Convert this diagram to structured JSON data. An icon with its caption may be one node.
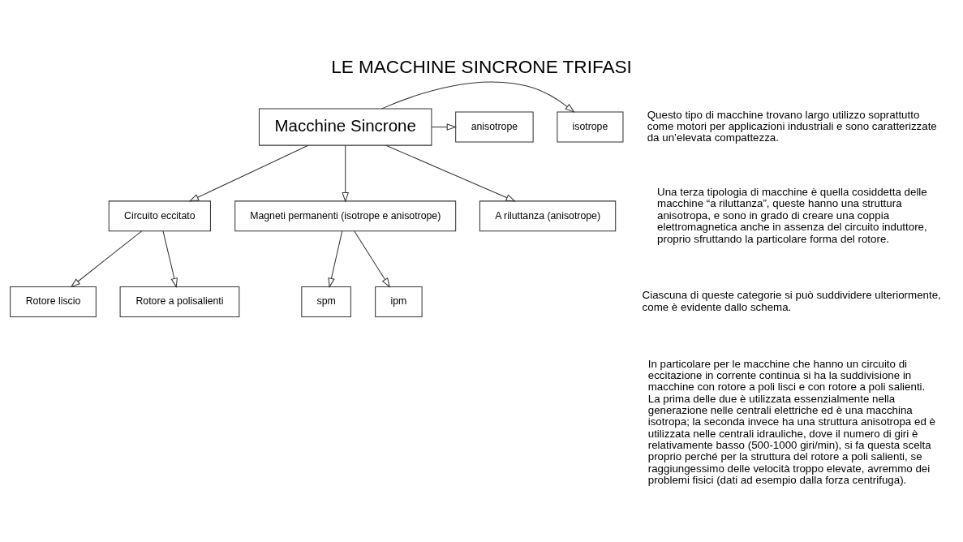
{
  "diagram": {
    "title": "LE MACCHINE SINCRONE TRIFASI",
    "nodes": [
      {
        "text": [
          "Macchine Sincrone"
        ]
      },
      {
        "text": [
          "isotrope"
        ]
      },
      {
        "text": [
          "anisotrope"
        ]
      },
      {
        "text": [
          "Circuito eccitato"
        ]
      },
      {
        "text": [
          "Magneti permanenti (isotrope e anisotrope)"
        ]
      },
      {
        "text": [
          "A riluttanza (anisotrope)"
        ]
      },
      {
        "text": [
          "Rotore liscio"
        ]
      },
      {
        "text": [
          "Rotore a polisalienti"
        ]
      },
      {
        "text": [
          "spm"
        ]
      },
      {
        "text": [
          "ipm"
        ]
      }
    ],
    "edges": [
      {
        "from": 0,
        "to": 1,
        "arrow": "to"
      },
      {
        "from": 0,
        "to": 2,
        "arrow": "to"
      },
      {
        "from": 0,
        "to": 3,
        "arrow": "to"
      },
      {
        "from": 0,
        "to": 4,
        "arrow": "to"
      },
      {
        "from": 0,
        "to": 5,
        "arrow": "to"
      },
      {
        "from": 3,
        "to": 6,
        "arrow": "to"
      },
      {
        "from": 3,
        "to": 7,
        "arrow": "to"
      },
      {
        "from": 4,
        "to": 8,
        "arrow": "to"
      },
      {
        "from": 4,
        "to": 9,
        "arrow": "to"
      }
    ],
    "labels": [
      "Questo tipo di macchine trovano largo utilizzo soprattutto come motori per applicazioni industriali e sono caratterizzate da un’elevata compattezza.",
      "Una terza tipologia di macchine è quella cosiddetta delle macchine “a riluttanza”, queste hanno una struttura anisotropa, e sono in grado di creare una coppia elettromagnetica anche in assenza del circuito induttore, proprio sfruttando la particolare forma del rotore.",
      "Ciascuna di queste categorie si può suddividere ulteriormente, come è evidente dallo schema.",
      "In particolare per le macchine che hanno un circuito di eccitazione in corrente continua si ha la suddivisione in macchine con rotore a poli lisci e con rotore a poli salienti. La prima delle due è utilizzata essenzialmente nella generazione nelle centrali elettriche ed è una macchina isotropa; la seconda invece ha una struttura anisotropa ed è utilizzata nelle centrali idrauliche, dove il numero di giri è relativamente basso (500-1000 giri/min), si fa questa scelta proprio perché per la struttura del rotore a poli salienti, se raggiungessimo delle velocità troppo elevate, avremmo dei problemi fisici (dati ad esempio dalla forza centrifuga)."
    ]
  }
}
